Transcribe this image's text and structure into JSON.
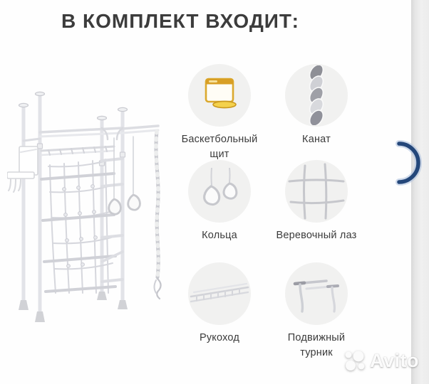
{
  "title": "В КОМПЛЕКТ ВХОДИТ:",
  "items": [
    {
      "icon": "basketball-backboard-icon",
      "label": "Баскетбольный\nщит"
    },
    {
      "icon": "rope-icon",
      "label": "Канат"
    },
    {
      "icon": "gym-rings-icon",
      "label": "Кольца"
    },
    {
      "icon": "rope-net-icon",
      "label": "Веревочный лаз"
    },
    {
      "icon": "monkey-bars-icon",
      "label": "Рукоход"
    },
    {
      "icon": "movable-pullup-bar-icon",
      "label": "Подвижный\nтурник"
    }
  ],
  "watermark": {
    "brand": "Avito"
  },
  "illustration": {
    "subject": "wall-mounted children sports complex line drawing"
  },
  "colors": {
    "title_text": "#3c3c3c",
    "label_text": "#3b3b3b",
    "icon_circle_bg": "#f1f1f0",
    "accent_gold": "#d9a32b",
    "arc_blue": "#24477a",
    "line_art_gray": "#dcdde2",
    "edge_strip_gray": "#ececec"
  }
}
